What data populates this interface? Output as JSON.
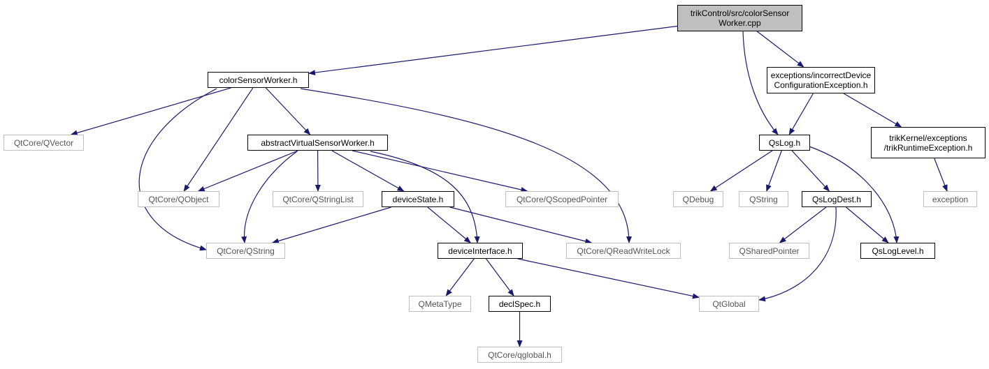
{
  "diagram": {
    "nodes": [
      {
        "id": "root",
        "label": "trikControl/src/colorSensor\nWorker.cpp",
        "kind": "focus"
      },
      {
        "id": "csw",
        "label": "colorSensorWorker.h",
        "kind": "internal"
      },
      {
        "id": "exc",
        "label": "exceptions/incorrectDevice\nConfigurationException.h",
        "kind": "internal"
      },
      {
        "id": "qvec",
        "label": "QtCore/QVector",
        "kind": "external"
      },
      {
        "id": "avsw",
        "label": "abstractVirtualSensorWorker.h",
        "kind": "internal"
      },
      {
        "id": "qslog",
        "label": "QsLog.h",
        "kind": "internal"
      },
      {
        "id": "trk",
        "label": "trikKernel/exceptions\n/trikRuntimeException.h",
        "kind": "internal"
      },
      {
        "id": "qobj",
        "label": "QtCore/QObject",
        "kind": "external"
      },
      {
        "id": "qsl",
        "label": "QtCore/QStringList",
        "kind": "external"
      },
      {
        "id": "ds",
        "label": "deviceState.h",
        "kind": "internal"
      },
      {
        "id": "qsp",
        "label": "QtCore/QScopedPointer",
        "kind": "external"
      },
      {
        "id": "qdbg",
        "label": "QDebug",
        "kind": "external"
      },
      {
        "id": "qstr2",
        "label": "QString",
        "kind": "external"
      },
      {
        "id": "qsld",
        "label": "QsLogDest.h",
        "kind": "internal"
      },
      {
        "id": "exception",
        "label": "exception",
        "kind": "external"
      },
      {
        "id": "qstr",
        "label": "QtCore/QString",
        "kind": "external"
      },
      {
        "id": "di",
        "label": "deviceInterface.h",
        "kind": "internal"
      },
      {
        "id": "qrwl",
        "label": "QtCore/QReadWriteLock",
        "kind": "external"
      },
      {
        "id": "qshp",
        "label": "QSharedPointer",
        "kind": "external"
      },
      {
        "id": "qsll",
        "label": "QsLogLevel.h",
        "kind": "internal"
      },
      {
        "id": "qmt",
        "label": "QMetaType",
        "kind": "external"
      },
      {
        "id": "decl",
        "label": "declSpec.h",
        "kind": "internal"
      },
      {
        "id": "qglobal",
        "label": "QtGlobal",
        "kind": "external"
      },
      {
        "id": "qcg",
        "label": "QtCore/qglobal.h",
        "kind": "external"
      }
    ],
    "edges": [
      [
        "root",
        "csw"
      ],
      [
        "root",
        "qslog"
      ],
      [
        "root",
        "exc"
      ],
      [
        "csw",
        "qvec"
      ],
      [
        "csw",
        "qstr"
      ],
      [
        "csw",
        "qobj"
      ],
      [
        "csw",
        "avsw"
      ],
      [
        "csw",
        "qrwl"
      ],
      [
        "avsw",
        "qobj"
      ],
      [
        "avsw",
        "qstr"
      ],
      [
        "avsw",
        "qsl"
      ],
      [
        "avsw",
        "ds"
      ],
      [
        "avsw",
        "qsp"
      ],
      [
        "avsw",
        "di"
      ],
      [
        "ds",
        "qstr"
      ],
      [
        "ds",
        "di"
      ],
      [
        "ds",
        "qrwl"
      ],
      [
        "di",
        "qmt"
      ],
      [
        "di",
        "decl"
      ],
      [
        "di",
        "qglobal"
      ],
      [
        "decl",
        "qcg"
      ],
      [
        "exc",
        "qslog"
      ],
      [
        "exc",
        "trk"
      ],
      [
        "trk",
        "exception"
      ],
      [
        "qslog",
        "qdbg"
      ],
      [
        "qslog",
        "qstr2"
      ],
      [
        "qslog",
        "qsld"
      ],
      [
        "qslog",
        "qsll"
      ],
      [
        "qsld",
        "qshp"
      ],
      [
        "qsld",
        "qsll"
      ],
      [
        "qsld",
        "qglobal"
      ]
    ],
    "colors": {
      "edge": "#191970",
      "internal_border": "#000000",
      "external_border": "#bfbfbf",
      "focus_fill": "#bfbfbf"
    }
  }
}
